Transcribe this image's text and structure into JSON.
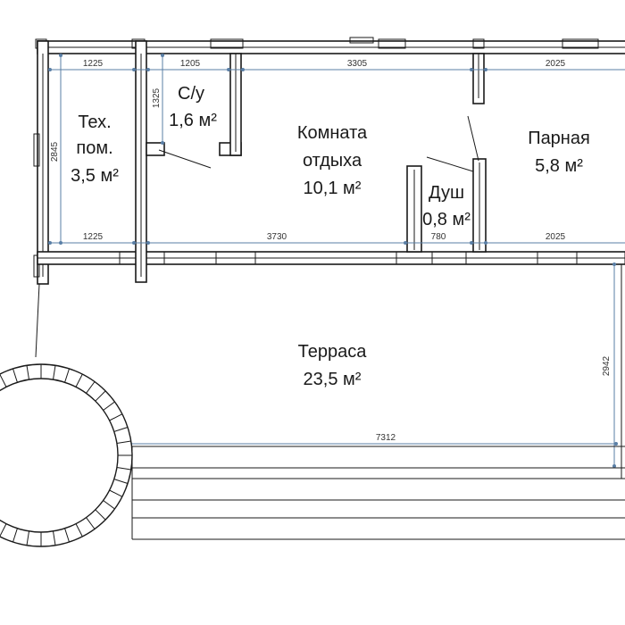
{
  "rooms": {
    "tech": {
      "name_line1": "Тех.",
      "name_line2": "пом.",
      "area": "3,5 м²"
    },
    "wc": {
      "name": "С/у",
      "area": "1,6 м²"
    },
    "rest": {
      "name_line1": "Комната",
      "name_line2": "отдыха",
      "area": "10,1 м²"
    },
    "shower": {
      "name": "Душ",
      "area": "0,8 м²"
    },
    "sauna": {
      "name": "Парная",
      "area": "5,8 м²"
    },
    "terrace": {
      "name": "Терраса",
      "area": "23,5 м²"
    }
  },
  "dimensions": {
    "top_tech": "1225",
    "top_wc": "1205",
    "top_rest": "3305",
    "top_sauna": "2025",
    "bottom_tech": "1225",
    "bottom_rest": "3730",
    "bottom_shower": "780",
    "bottom_sauna": "2025",
    "left_height": "2845",
    "wc_height": "1325",
    "terrace_depth": "2942",
    "terrace_width": "7312"
  },
  "colors": {
    "wall": "#1a1a1a",
    "dimension_line": "#5a7fa6",
    "background": "#ffffff"
  }
}
